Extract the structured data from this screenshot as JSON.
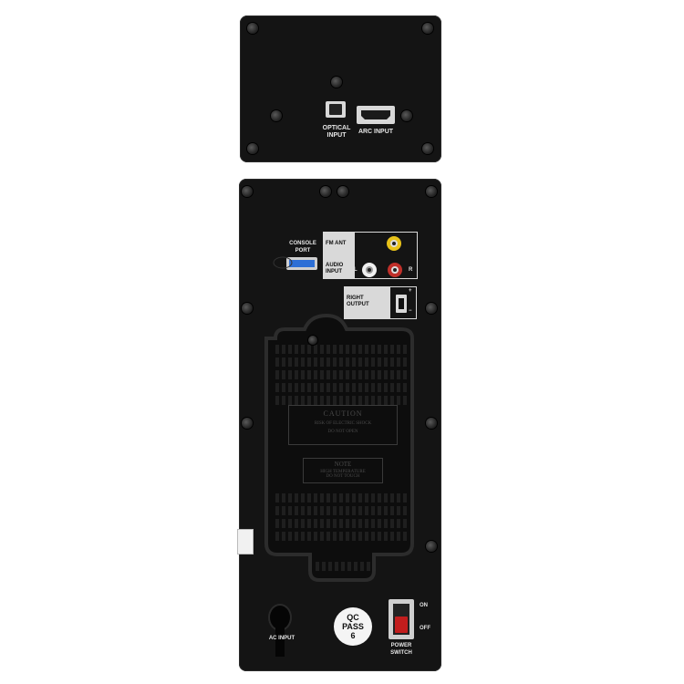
{
  "top_panel": {
    "optical_label_line1": "OPTICAL",
    "optical_label_line2": "INPUT",
    "arc_label": "ARC INPUT"
  },
  "bottom_panel": {
    "console_label_line1": "CONSOLE",
    "console_label_line2": "PORT",
    "fm_ant_label": "FM ANT",
    "audio_label_line1": "AUDIO",
    "audio_label_line2": "INPUT",
    "left_label": "L",
    "right_label": "R",
    "right_output_line1": "RIGHT",
    "right_output_line2": "OUTPUT",
    "plus_label": "+",
    "minus_label": "−",
    "caution_title": "CAUTION",
    "caution_line1": "RISK OF ELECTRIC SHOCK",
    "caution_line2": "DO NOT OPEN",
    "note_title": "NOTE",
    "note_line1": "HIGH TEMPERATURE",
    "note_line2": "DO NOT TOUCH",
    "ac_input_label": "AC INPUT",
    "qc_line1": "QC",
    "qc_line2": "PASS",
    "qc_line3": "6",
    "on_label": "ON",
    "off_label": "OFF",
    "power_label_line1": "POWER",
    "power_label_line2": "SWITCH"
  },
  "colors": {
    "panel": "#141414",
    "label_box": "#d9d9d9",
    "rca_yellow": "#e8c21a",
    "rca_red": "#c0302a",
    "rca_white": "#efefef",
    "usb_blue": "#2d6fd6",
    "switch_red": "#c21d1d"
  }
}
